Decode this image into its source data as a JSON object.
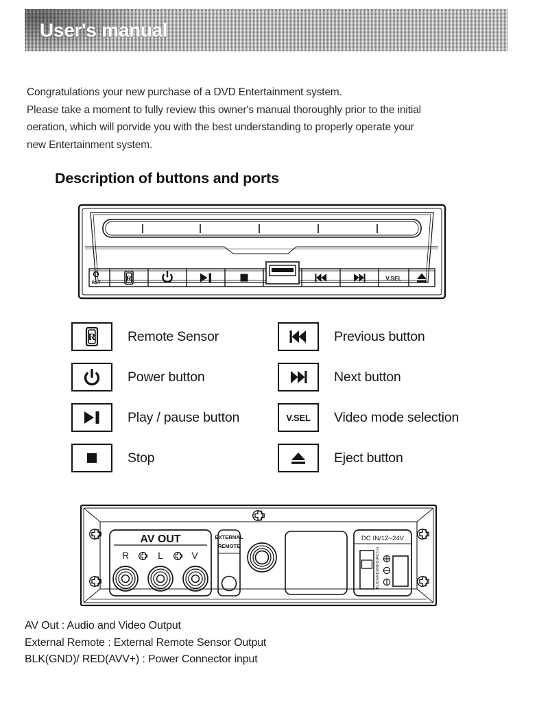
{
  "banner": {
    "title": "User's manual"
  },
  "intro": {
    "lines": [
      "Congratulations your new purchase of a DVD Entertainment system.",
      "Please take a moment to fully review this owner's manual thoroughly prior to the initial",
      "oeration, which will porvide you with the best understanding to properly operate your",
      "new Entertainment system."
    ]
  },
  "section": {
    "heading": "Description of buttons and ports"
  },
  "front_panel": {
    "reset_label": "RST",
    "buttons": [
      {
        "icon": "remote-sensor-icon",
        "label": ""
      },
      {
        "icon": "power-icon",
        "label": ""
      },
      {
        "icon": "play-pause-icon",
        "label": ""
      },
      {
        "icon": "stop-icon",
        "label": ""
      },
      {
        "icon": "usb-slot-icon",
        "label": ""
      },
      {
        "icon": "previous-icon",
        "label": ""
      },
      {
        "icon": "next-icon",
        "label": ""
      },
      {
        "icon": "vsel-icon",
        "label": "V.SEL"
      },
      {
        "icon": "eject-icon",
        "label": ""
      }
    ]
  },
  "legend": {
    "left": [
      {
        "icon": "remote-sensor-icon",
        "label": "Remote Sensor"
      },
      {
        "icon": "power-icon",
        "label": "Power button"
      },
      {
        "icon": "play-pause-icon",
        "label": "Play / pause button"
      },
      {
        "icon": "stop-icon",
        "label": "Stop"
      }
    ],
    "right": [
      {
        "icon": "previous-icon",
        "label": "Previous button"
      },
      {
        "icon": "next-icon",
        "label": "Next button"
      },
      {
        "icon": "vsel-icon",
        "label": "Video mode selection",
        "box_text": "V.SEL"
      },
      {
        "icon": "eject-icon",
        "label": "Eject button"
      }
    ]
  },
  "rear_panel": {
    "av_out_title": "AV OUT",
    "av_out_jacks": [
      "R",
      "L",
      "V"
    ],
    "external_remote_line1": "EXTERNAL",
    "external_remote_line2": "REMOTE",
    "dc_in_title": "DC IN/12~24V",
    "terminal_vertical_label": "BLK(GND)/RED(ACC+)"
  },
  "footer": {
    "lines": [
      "AV Out : Audio and Video Output",
      "External Remote : External Remote Sensor Output",
      "BLK(GND)/ RED(AVV+) : Power Connector input"
    ]
  },
  "colors": {
    "ink": "#141414",
    "banner_gray": "#a9a9a9",
    "text": "#1d1d1d"
  }
}
